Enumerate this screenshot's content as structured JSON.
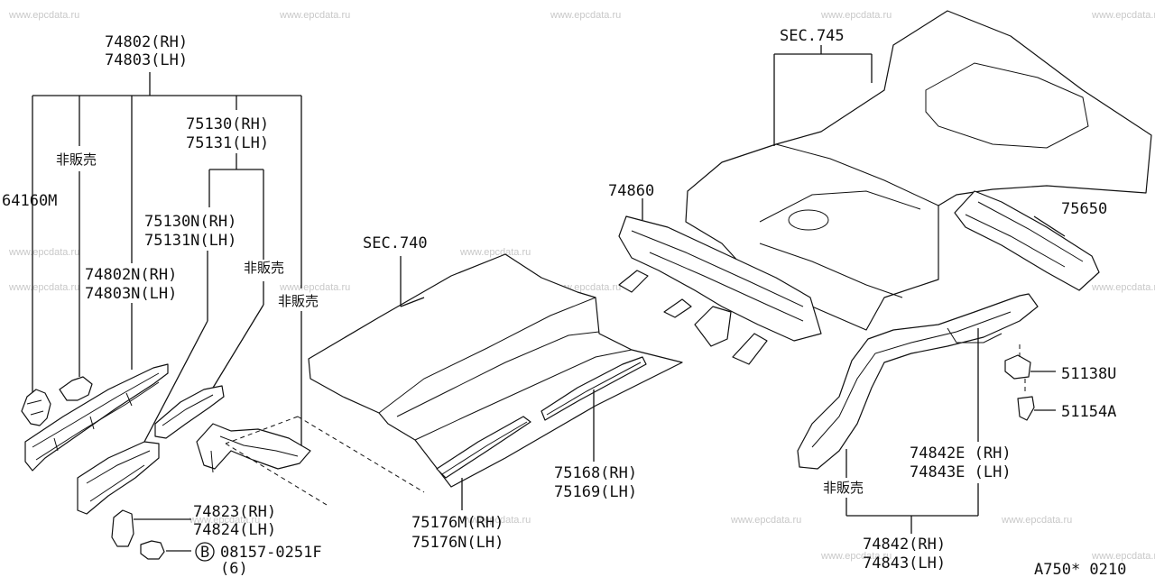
{
  "watermark": "www.epcdata.ru",
  "labels": {
    "p74802_rh": "74802(RH)",
    "p74803_lh": "74803(LH)",
    "hanbai_1": "非販売",
    "p64160m": "64160M",
    "p75130_rh": "75130(RH)",
    "p75131_lh": "75131(LH)",
    "p75130n_rh": "75130N(RH)",
    "p75131n_lh": "75131N(LH)",
    "hanbai_2": "非販売",
    "p74802n_rh": "74802N(RH)",
    "p74803n_lh": "74803N(LH)",
    "hanbai_3": "非販売",
    "p74823_rh": "74823(RH)",
    "p74824_lh": "74824(LH)",
    "bolt_symbol": "B",
    "bolt_code": "08157-0251F",
    "bolt_qty": "(6)",
    "sec740": "SEC.740",
    "p75168_rh": "75168(RH)",
    "p75169_lh": "75169(LH)",
    "p75176m_rh": "75176M(RH)",
    "p75176n_lh": "75176N(LH)",
    "sec745": "SEC.745",
    "p74860": "74860",
    "p75650": "75650",
    "p51138u": "51138U",
    "p51154a": "51154A",
    "p74842e_rh": "74842E (RH)",
    "p74843e_lh": "74843E (LH)",
    "hanbai_4": "非販売",
    "p74842_rh": "74842(RH)",
    "p74843_lh": "74843(LH)",
    "diagram_code": "A750* 0210"
  }
}
